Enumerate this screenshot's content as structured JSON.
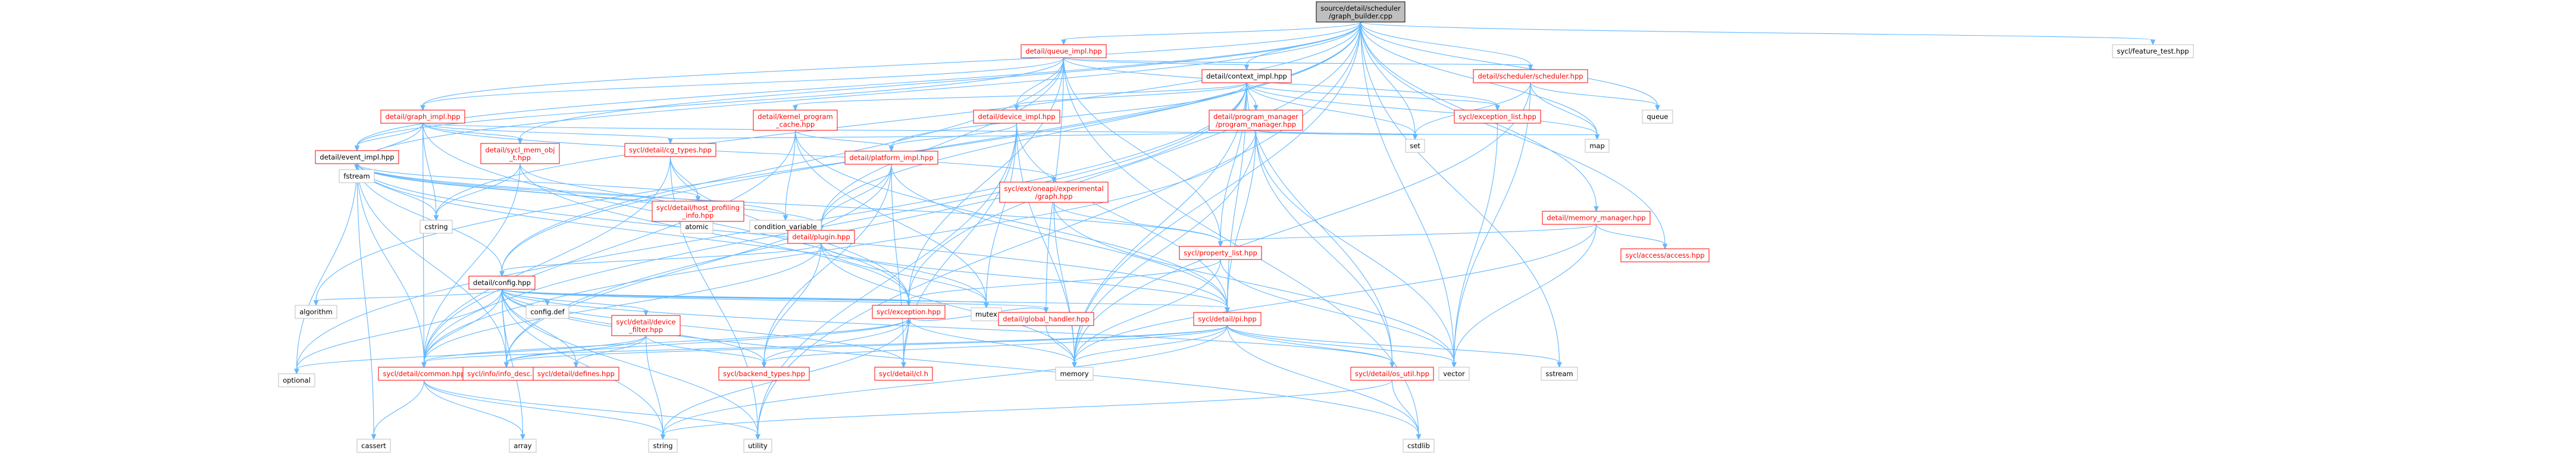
{
  "colors": {
    "root_fill": "#bfbfbf",
    "root_border": "#000000",
    "red_border": "#ff0000",
    "red_text": "#ff0000",
    "gray_border": "#bfbfbf",
    "node_fill": "#ffffff",
    "edge": "#63b8ff"
  },
  "nodes": [
    {
      "id": "root",
      "kind": "root",
      "lines": [
        "source/detail/scheduler",
        "/graph_builder.cpp"
      ]
    },
    {
      "id": "queue_impl",
      "kind": "red",
      "lines": [
        "detail/queue_impl.hpp"
      ]
    },
    {
      "id": "feature_test",
      "kind": "gray",
      "lines": [
        "sycl/feature_test.hpp"
      ]
    },
    {
      "id": "context_impl",
      "kind": "black",
      "lines": [
        "detail/context_impl.hpp"
      ]
    },
    {
      "id": "scheduler",
      "kind": "red",
      "lines": [
        "detail/scheduler/scheduler.hpp"
      ]
    },
    {
      "id": "graph_impl",
      "kind": "red",
      "lines": [
        "detail/graph_impl.hpp"
      ]
    },
    {
      "id": "kernel_program_cache",
      "kind": "red",
      "lines": [
        "detail/kernel_program",
        "_cache.hpp"
      ]
    },
    {
      "id": "device_impl",
      "kind": "red",
      "lines": [
        "detail/device_impl.hpp"
      ]
    },
    {
      "id": "exception_list",
      "kind": "red",
      "lines": [
        "sycl/exception_list.hpp"
      ]
    },
    {
      "id": "program_manager",
      "kind": "red",
      "lines": [
        "detail/program_manager",
        "/program_manager.hpp"
      ]
    },
    {
      "id": "queue",
      "kind": "gray",
      "lines": [
        "queue"
      ]
    },
    {
      "id": "set",
      "kind": "gray",
      "lines": [
        "set"
      ]
    },
    {
      "id": "map",
      "kind": "gray",
      "lines": [
        "map"
      ]
    },
    {
      "id": "sycl_mem_obj_t",
      "kind": "red",
      "lines": [
        "detail/sycl_mem_obj",
        "_t.hpp"
      ]
    },
    {
      "id": "event_impl",
      "kind": "black",
      "lines": [
        "detail/event_impl.hpp"
      ]
    },
    {
      "id": "cg_types",
      "kind": "red",
      "lines": [
        "sycl/detail/cg_types.hpp"
      ]
    },
    {
      "id": "platform_impl",
      "kind": "red",
      "lines": [
        "detail/platform_impl.hpp"
      ]
    },
    {
      "id": "oneapi_graph",
      "kind": "red",
      "lines": [
        "sycl/ext/oneapi/experimental",
        "/graph.hpp"
      ]
    },
    {
      "id": "memory_manager",
      "kind": "red",
      "lines": [
        "detail/memory_manager.hpp"
      ]
    },
    {
      "id": "fstream",
      "kind": "gray",
      "lines": [
        "fstream"
      ]
    },
    {
      "id": "cstring",
      "kind": "gray",
      "lines": [
        "cstring"
      ]
    },
    {
      "id": "atomic",
      "kind": "gray",
      "lines": [
        "atomic"
      ]
    },
    {
      "id": "condition_variable",
      "kind": "gray",
      "lines": [
        "condition_variable"
      ]
    },
    {
      "id": "host_profiling_info",
      "kind": "red",
      "lines": [
        "sycl/detail/host_profiling",
        "_info.hpp"
      ]
    },
    {
      "id": "plugin",
      "kind": "red",
      "lines": [
        "detail/plugin.hpp"
      ]
    },
    {
      "id": "property_list",
      "kind": "red",
      "lines": [
        "sycl/property_list.hpp"
      ]
    },
    {
      "id": "accessor",
      "kind": "red",
      "lines": [
        "sycl/access/access.hpp"
      ]
    },
    {
      "id": "config",
      "kind": "black",
      "lines": [
        "detail/config.hpp"
      ]
    },
    {
      "id": "algorithm",
      "kind": "gray",
      "lines": [
        "algorithm"
      ]
    },
    {
      "id": "config_def",
      "kind": "gray",
      "lines": [
        "config.def"
      ]
    },
    {
      "id": "device_filter",
      "kind": "red",
      "lines": [
        "sycl/detail/device",
        "_filter.hpp"
      ]
    },
    {
      "id": "sycl_exception",
      "kind": "red",
      "lines": [
        "sycl/exception.hpp"
      ]
    },
    {
      "id": "mutex",
      "kind": "gray",
      "lines": [
        "mutex"
      ]
    },
    {
      "id": "global_handler",
      "kind": "red",
      "lines": [
        "detail/global_handler.hpp"
      ]
    },
    {
      "id": "pi",
      "kind": "red",
      "lines": [
        "sycl/detail/pi.hpp"
      ]
    },
    {
      "id": "memory",
      "kind": "gray",
      "lines": [
        "memory"
      ]
    },
    {
      "id": "vector",
      "kind": "gray",
      "lines": [
        "vector"
      ]
    },
    {
      "id": "sstream",
      "kind": "gray",
      "lines": [
        "sstream"
      ]
    },
    {
      "id": "optional",
      "kind": "gray",
      "lines": [
        "optional"
      ]
    },
    {
      "id": "common",
      "kind": "red",
      "lines": [
        "sycl/detail/common.hpp"
      ]
    },
    {
      "id": "info_desc",
      "kind": "red",
      "lines": [
        "sycl/info/info_desc.hpp"
      ]
    },
    {
      "id": "defines",
      "kind": "red",
      "lines": [
        "sycl/detail/defines.hpp"
      ]
    },
    {
      "id": "backend_types",
      "kind": "red",
      "lines": [
        "sycl/backend_types.hpp"
      ]
    },
    {
      "id": "detail_cl",
      "kind": "red",
      "lines": [
        "sycl/detail/cl.h"
      ]
    },
    {
      "id": "os_util",
      "kind": "red",
      "lines": [
        "sycl/detail/os_util.hpp"
      ]
    },
    {
      "id": "cassert",
      "kind": "gray",
      "lines": [
        "cassert"
      ]
    },
    {
      "id": "array",
      "kind": "gray",
      "lines": [
        "array"
      ]
    },
    {
      "id": "string",
      "kind": "gray",
      "lines": [
        "string"
      ]
    },
    {
      "id": "utility",
      "kind": "gray",
      "lines": [
        "utility"
      ]
    },
    {
      "id": "cstdlib",
      "kind": "gray",
      "lines": [
        "cstdlib"
      ]
    }
  ],
  "edges": [
    [
      "root",
      "queue_impl"
    ],
    [
      "root",
      "feature_test"
    ],
    [
      "root",
      "context_impl"
    ],
    [
      "root",
      "scheduler"
    ],
    [
      "root",
      "graph_impl"
    ],
    [
      "root",
      "event_impl"
    ],
    [
      "root",
      "sycl_mem_obj_t"
    ],
    [
      "root",
      "memory_manager"
    ],
    [
      "root",
      "queue"
    ],
    [
      "root",
      "set"
    ],
    [
      "root",
      "map"
    ],
    [
      "root",
      "fstream"
    ],
    [
      "root",
      "cstring"
    ],
    [
      "root",
      "algorithm"
    ],
    [
      "root",
      "memory"
    ],
    [
      "root",
      "vector"
    ],
    [
      "root",
      "sstream"
    ],
    [
      "root",
      "accessor"
    ],
    [
      "root",
      "config"
    ],
    [
      "root",
      "plugin"
    ],
    [
      "root",
      "utility"
    ],
    [
      "root",
      "sycl_exception"
    ],
    [
      "queue_impl",
      "context_impl"
    ],
    [
      "queue_impl",
      "scheduler"
    ],
    [
      "queue_impl",
      "graph_impl"
    ],
    [
      "queue_impl",
      "device_impl"
    ],
    [
      "queue_impl",
      "event_impl"
    ],
    [
      "queue_impl",
      "config"
    ],
    [
      "queue_impl",
      "plugin"
    ],
    [
      "queue_impl",
      "global_handler"
    ],
    [
      "queue_impl",
      "exception_list"
    ],
    [
      "queue_impl",
      "property_list"
    ],
    [
      "queue_impl",
      "sycl_exception"
    ],
    [
      "queue_impl",
      "cstdlib"
    ],
    [
      "context_impl",
      "kernel_program_cache"
    ],
    [
      "context_impl",
      "device_impl"
    ],
    [
      "context_impl",
      "exception_list"
    ],
    [
      "context_impl",
      "program_manager"
    ],
    [
      "context_impl",
      "platform_impl"
    ],
    [
      "context_impl",
      "set"
    ],
    [
      "context_impl",
      "map"
    ],
    [
      "context_impl",
      "memory"
    ],
    [
      "context_impl",
      "property_list"
    ],
    [
      "context_impl",
      "os_util"
    ],
    [
      "context_impl",
      "common"
    ],
    [
      "context_impl",
      "optional"
    ],
    [
      "context_impl",
      "info_desc"
    ],
    [
      "context_impl",
      "pi"
    ],
    [
      "scheduler",
      "queue"
    ],
    [
      "scheduler",
      "set"
    ],
    [
      "scheduler",
      "map"
    ],
    [
      "scheduler",
      "memory"
    ],
    [
      "scheduler",
      "vector"
    ],
    [
      "graph_impl",
      "event_impl"
    ],
    [
      "graph_impl",
      "sycl_mem_obj_t"
    ],
    [
      "graph_impl",
      "cg_types"
    ],
    [
      "graph_impl",
      "oneapi_graph"
    ],
    [
      "graph_impl",
      "set"
    ],
    [
      "graph_impl",
      "fstream"
    ],
    [
      "graph_impl",
      "cstring"
    ],
    [
      "graph_impl",
      "common"
    ],
    [
      "graph_impl",
      "sycl_exception"
    ],
    [
      "kernel_program_cache",
      "platform_impl"
    ],
    [
      "kernel_program_cache",
      "pi"
    ],
    [
      "kernel_program_cache",
      "mutex"
    ],
    [
      "kernel_program_cache",
      "condition_variable"
    ],
    [
      "kernel_program_cache",
      "common"
    ],
    [
      "device_impl",
      "platform_impl"
    ],
    [
      "device_impl",
      "pi"
    ],
    [
      "device_impl",
      "memory"
    ],
    [
      "device_impl",
      "mutex"
    ],
    [
      "device_impl",
      "utility"
    ],
    [
      "device_impl",
      "detail_cl"
    ],
    [
      "program_manager",
      "cg_types"
    ],
    [
      "program_manager",
      "set"
    ],
    [
      "program_manager",
      "map"
    ],
    [
      "program_manager",
      "memory"
    ],
    [
      "program_manager",
      "vector"
    ],
    [
      "program_manager",
      "os_util"
    ],
    [
      "program_manager",
      "pi"
    ],
    [
      "program_manager",
      "common"
    ],
    [
      "exception_list",
      "vector"
    ],
    [
      "sycl_mem_obj_t",
      "atomic"
    ],
    [
      "sycl_mem_obj_t",
      "cstring"
    ],
    [
      "sycl_mem_obj_t",
      "common"
    ],
    [
      "sycl_mem_obj_t",
      "sycl_exception"
    ],
    [
      "event_impl",
      "atomic"
    ],
    [
      "event_impl",
      "condition_variable"
    ],
    [
      "event_impl",
      "host_profiling_info"
    ],
    [
      "event_impl",
      "plugin"
    ],
    [
      "event_impl",
      "config"
    ],
    [
      "event_impl",
      "cstring"
    ],
    [
      "event_impl",
      "optional"
    ],
    [
      "event_impl",
      "cassert"
    ],
    [
      "event_impl",
      "common"
    ],
    [
      "event_impl",
      "info_desc"
    ],
    [
      "event_impl",
      "pi"
    ],
    [
      "event_impl",
      "property_list"
    ],
    [
      "event_impl",
      "mutex"
    ],
    [
      "cg_types",
      "sycl_exception"
    ],
    [
      "cg_types",
      "host_profiling_info"
    ],
    [
      "cg_types",
      "common"
    ],
    [
      "cg_types",
      "utility"
    ],
    [
      "platform_impl",
      "plugin"
    ],
    [
      "platform_impl",
      "pi"
    ],
    [
      "platform_impl",
      "backend_types"
    ],
    [
      "platform_impl",
      "info_desc"
    ],
    [
      "platform_impl",
      "detail_cl"
    ],
    [
      "oneapi_graph",
      "property_list"
    ],
    [
      "oneapi_graph",
      "memory"
    ],
    [
      "oneapi_graph",
      "vector"
    ],
    [
      "memory_manager",
      "accessor"
    ],
    [
      "memory_manager",
      "property_list"
    ],
    [
      "memory_manager",
      "memory"
    ],
    [
      "memory_manager",
      "vector"
    ],
    [
      "plugin",
      "config"
    ],
    [
      "plugin",
      "pi"
    ],
    [
      "plugin",
      "backend_types"
    ],
    [
      "plugin",
      "mutex"
    ],
    [
      "plugin",
      "memory"
    ],
    [
      "plugin",
      "common"
    ],
    [
      "property_list",
      "sycl_exception"
    ],
    [
      "property_list",
      "memory"
    ],
    [
      "property_list",
      "vector"
    ],
    [
      "config",
      "config_def"
    ],
    [
      "config",
      "device_filter"
    ],
    [
      "config",
      "sycl_exception"
    ],
    [
      "config",
      "global_handler"
    ],
    [
      "config",
      "pi"
    ],
    [
      "config",
      "algorithm"
    ],
    [
      "config",
      "mutex"
    ],
    [
      "config",
      "array"
    ],
    [
      "config",
      "string"
    ],
    [
      "config",
      "utility"
    ],
    [
      "config",
      "cstdlib"
    ],
    [
      "config",
      "optional"
    ],
    [
      "config",
      "common"
    ],
    [
      "config",
      "info_desc"
    ],
    [
      "config",
      "defines"
    ],
    [
      "config",
      "backend_types"
    ],
    [
      "config",
      "detail_cl"
    ],
    [
      "config",
      "os_util"
    ],
    [
      "device_filter",
      "defines"
    ],
    [
      "device_filter",
      "info_desc"
    ],
    [
      "device_filter",
      "backend_types"
    ],
    [
      "device_filter",
      "string"
    ],
    [
      "device_filter",
      "optional"
    ],
    [
      "sycl_exception",
      "common"
    ],
    [
      "sycl_exception",
      "backend_types"
    ],
    [
      "sycl_exception",
      "info_desc"
    ],
    [
      "sycl_exception",
      "memory"
    ],
    [
      "sycl_exception",
      "string"
    ],
    [
      "sycl_exception",
      "detail_cl"
    ],
    [
      "global_handler",
      "memory"
    ],
    [
      "global_handler",
      "sycl_exception"
    ],
    [
      "pi",
      "backend_types"
    ],
    [
      "pi",
      "common"
    ],
    [
      "pi",
      "os_util"
    ],
    [
      "pi",
      "memory"
    ],
    [
      "pi",
      "vector"
    ],
    [
      "pi",
      "sstream"
    ],
    [
      "pi",
      "string"
    ],
    [
      "pi",
      "cstdlib"
    ],
    [
      "pi",
      "info_desc"
    ],
    [
      "common",
      "cassert"
    ],
    [
      "common",
      "array"
    ],
    [
      "common",
      "string"
    ],
    [
      "common",
      "utility"
    ],
    [
      "os_util",
      "string"
    ],
    [
      "os_util",
      "cstdlib"
    ]
  ]
}
